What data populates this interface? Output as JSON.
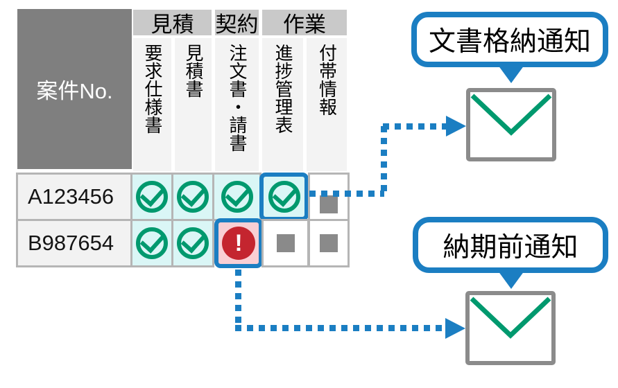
{
  "colors": {
    "accent_blue": "#1b7ec2",
    "check_green": "#00996e",
    "alert_red": "#c4252f",
    "alert_cell_pink": "#f9cfd4",
    "done_cell_cyan": "#daf6f6",
    "corner_header_gray": "#7f7f7f",
    "group_header_gray": "#c9c9c9",
    "grid_border_gray": "#b5b5b5",
    "pending_square_gray": "#8a8a8a",
    "envelope_border_gray": "#8b8b8b"
  },
  "table": {
    "corner_label": "案件No.",
    "column_groups": [
      {
        "label": "見積",
        "span": 2
      },
      {
        "label": "契約",
        "span": 1
      },
      {
        "label": "作業",
        "span": 2
      }
    ],
    "columns": [
      {
        "label": "要求仕様書"
      },
      {
        "label": "見積書"
      },
      {
        "label": "注文書・請書"
      },
      {
        "label": "進捗管理表"
      },
      {
        "label": "付帯情報"
      }
    ],
    "rows": [
      {
        "case_no": "A123456",
        "statuses": [
          "check",
          "check",
          "check",
          "check-highlighted",
          "pending"
        ]
      },
      {
        "case_no": "B987654",
        "statuses": [
          "check",
          "check",
          "alert-highlighted",
          "pending",
          "pending"
        ]
      }
    ]
  },
  "icons": {
    "check": "check-circle-icon",
    "alert": "alert-circle-icon",
    "alert_glyph": "!",
    "pending": "pending-square-icon",
    "mail": "envelope-icon"
  },
  "callouts": {
    "document_stored": {
      "label": "文書格納通知"
    },
    "before_due": {
      "label": "納期前通知"
    }
  }
}
